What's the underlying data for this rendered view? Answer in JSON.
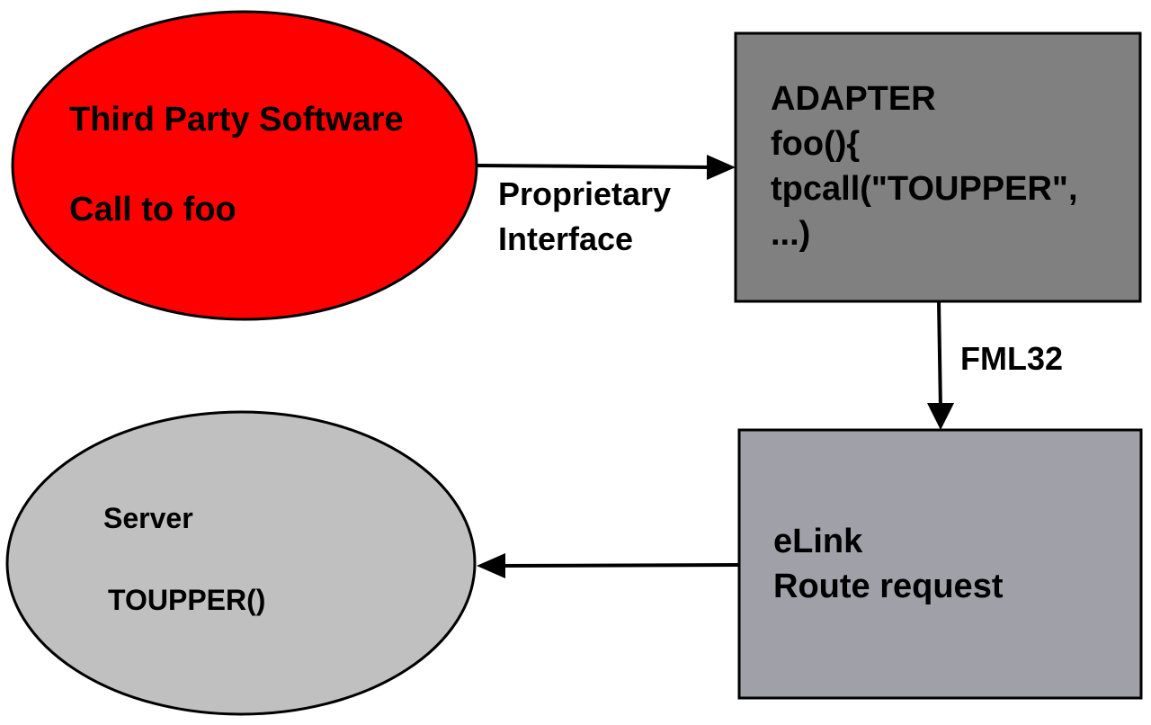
{
  "colors": {
    "third_party_fill": "#ff0000",
    "adapter_fill": "#808080",
    "elink_fill": "#a0a0a8",
    "server_fill": "#c0c0c0",
    "stroke": "#000000"
  },
  "nodes": {
    "third_party": {
      "title": "Third Party Software",
      "subtitle": "Call to foo"
    },
    "adapter": {
      "lines": [
        "ADAPTER",
        "foo(){",
        "tpcall(\"TOUPPER\",",
        "...)"
      ]
    },
    "elink": {
      "lines": [
        "eLink",
        "Route request"
      ]
    },
    "server": {
      "title": "Server",
      "subtitle": "TOUPPER()"
    }
  },
  "edges": {
    "third_party_to_adapter": {
      "label_lines": [
        "Proprietary",
        "Interface"
      ]
    },
    "adapter_to_elink": {
      "label": "FML32"
    }
  }
}
